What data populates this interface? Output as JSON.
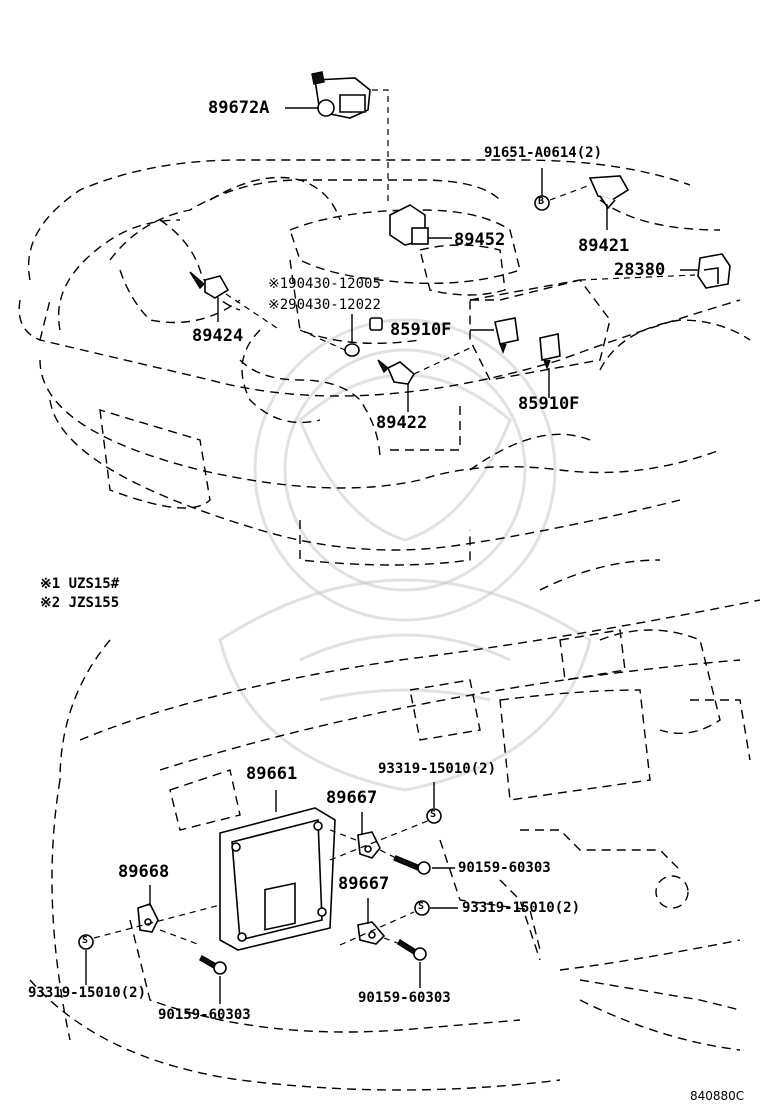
{
  "labels": {
    "p89672A": "89672A",
    "p91651": "91651-A0614(2)",
    "p89452": "89452",
    "p89421": "89421",
    "p28380": "28380",
    "p190430": "※190430-12005",
    "p290430": "※290430-12022",
    "p89424": "89424",
    "p85910F_a": "85910F",
    "p85910F_b": "85910F",
    "p89422": "89422",
    "p89661": "89661",
    "p93319_top": "93319-15010(2)",
    "p89667_a": "89667",
    "p90159_a": "90159-60303",
    "p89668": "89668",
    "p89667_b": "89667",
    "p93319_mid": "93319-15010(2)",
    "p93319_left": "93319-15010(2)",
    "p90159_b": "90159-60303",
    "p90159_c": "90159-60303"
  },
  "notes": {
    "n1": "※1 UZS15#",
    "n2": "※2 JZS155"
  },
  "symbols": {
    "b": "B",
    "s": "S"
  },
  "figure_code": "840880C"
}
